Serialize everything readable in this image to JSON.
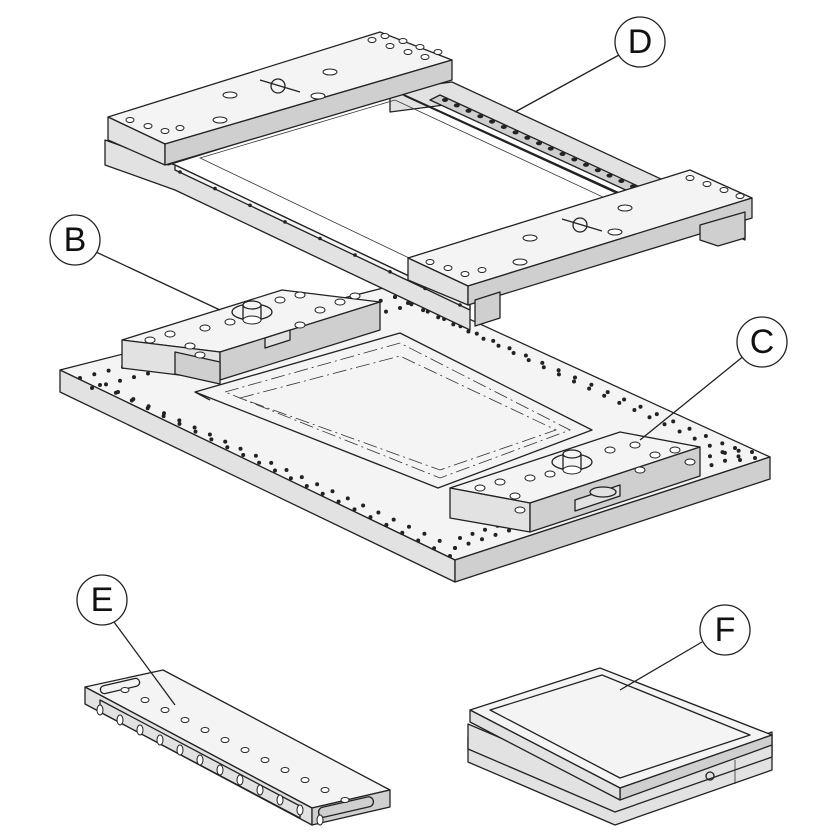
{
  "callouts": {
    "d": "D",
    "b": "B",
    "c": "C",
    "e": "E",
    "f": "F"
  },
  "colors": {
    "line": "#222222",
    "background": "#ffffff",
    "face_light": "#f4f4f4",
    "face_mid": "#e2e2e2",
    "face_dark": "#cfcfcf"
  }
}
